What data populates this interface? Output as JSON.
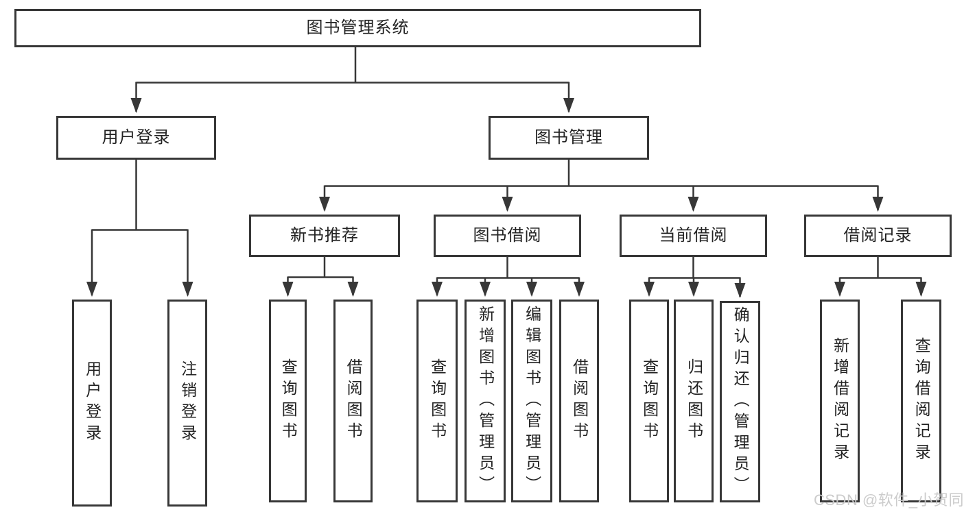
{
  "tree": {
    "root": {
      "label": "图书管理系统"
    },
    "branches": [
      {
        "label": "用户登录",
        "children": [
          {
            "label": "用户登录"
          },
          {
            "label": "注销登录"
          }
        ]
      },
      {
        "label": "图书管理",
        "children": [
          {
            "label": "新书推荐",
            "children": [
              {
                "label": "查询图书"
              },
              {
                "label": "借阅图书"
              }
            ]
          },
          {
            "label": "图书借阅",
            "children": [
              {
                "label": "查询图书"
              },
              {
                "label": "新增图书（管理员）"
              },
              {
                "label": "编辑图书（管理员）"
              },
              {
                "label": "借阅图书"
              }
            ]
          },
          {
            "label": "当前借阅",
            "children": [
              {
                "label": "查询图书"
              },
              {
                "label": "归还图书"
              },
              {
                "label": "确认归还（管理员）"
              }
            ]
          },
          {
            "label": "借阅记录",
            "children": [
              {
                "label": "新增借阅记录"
              },
              {
                "label": "查询借阅记录"
              }
            ]
          }
        ]
      }
    ]
  },
  "watermark": {
    "text": "CSDN @软件_小贺同学"
  },
  "colors": {
    "line": "#373737",
    "text": "#232323",
    "box_background": "#ffffff",
    "watermark": "#c9c9c9"
  }
}
